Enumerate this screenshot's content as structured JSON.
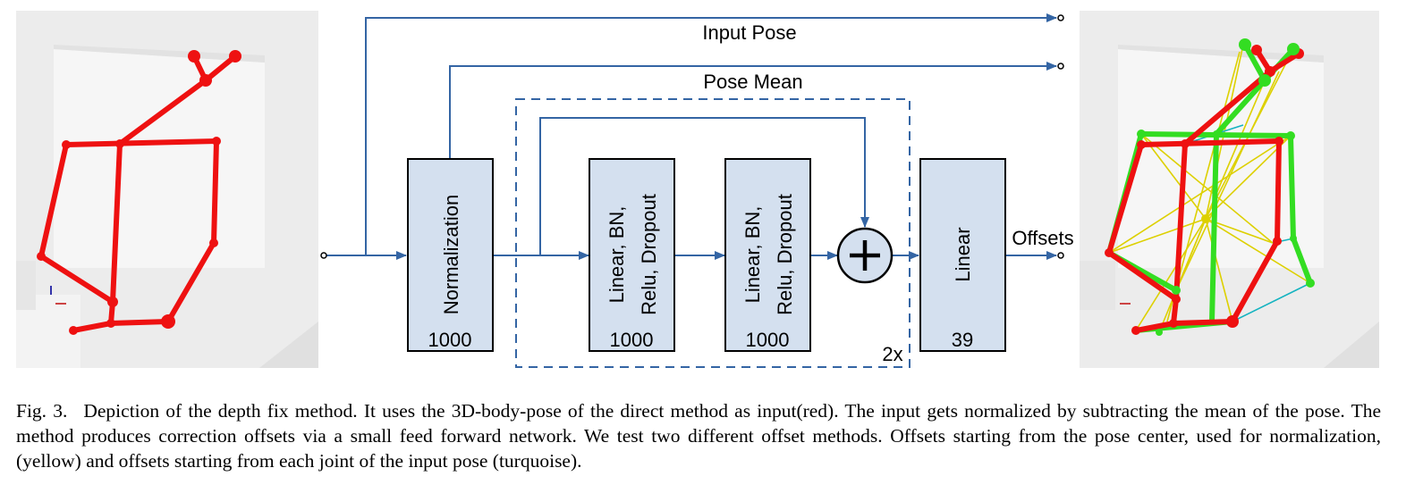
{
  "diagram": {
    "input_pose_label": "Input Pose",
    "pose_mean_label": "Pose Mean",
    "offsets_label": "Offsets",
    "repeat_label": "2x",
    "blocks": [
      {
        "name": "normalization-block",
        "label_lines": [
          "Normalization"
        ],
        "size": "1000"
      },
      {
        "name": "linear-bn-relu-dropout-block-1",
        "label_lines": [
          "Linear, BN,",
          "Relu, Dropout"
        ],
        "size": "1000"
      },
      {
        "name": "linear-bn-relu-dropout-block-2",
        "label_lines": [
          "Linear, BN,",
          "Relu, Dropout"
        ],
        "size": "1000"
      },
      {
        "name": "linear-output-block",
        "label_lines": [
          "Linear"
        ],
        "size": "39"
      }
    ],
    "add_symbol": "+"
  },
  "colors": {
    "arrow": "#3465a4",
    "block_fill": "#d4e0ef",
    "input_pose": "#ee1111",
    "corrected_pose": "#33dd22",
    "center_offsets": "#ddd000",
    "joint_offsets": "#14b3c0"
  },
  "caption": {
    "label": "Fig. 3.",
    "text": "Depiction of the depth fix method. It uses the 3D-body-pose of the direct method as input(red). The input gets normalized by subtracting the mean of the pose. The method produces correction offsets via a small feed forward network. We test two different offset methods. Offsets starting from the pose center, used for normalization, (yellow) and offsets starting from each joint of the input pose (turquoise)."
  }
}
